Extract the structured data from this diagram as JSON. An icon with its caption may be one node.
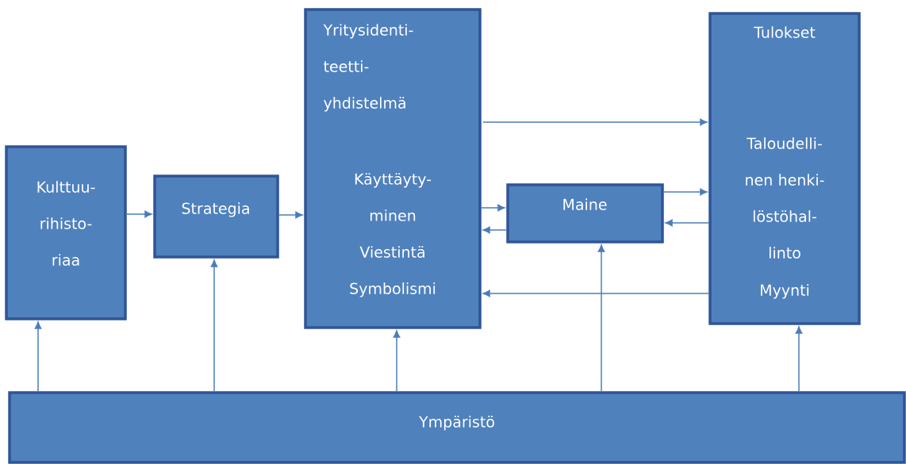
{
  "diagram": {
    "nodes": [
      {
        "text": [
          "Kulttuu- rihisto- riaa"
        ]
      },
      {
        "text": [
          "Strategia"
        ]
      },
      {
        "text": [
          "Yritysidenti- teetti- yhdistelmä",
          "Käyttäyty- minen",
          "Viestintä",
          "Symbolismi"
        ]
      },
      {
        "text": [
          "Maine"
        ]
      },
      {
        "text": [
          "Tulokset",
          "Taloudelli- nen henki- löstöhal- linto",
          "Myynti"
        ]
      },
      {
        "text": [
          "Ympäristö"
        ]
      }
    ],
    "edges": [
      {
        "from": 0,
        "to": 1,
        "arrow": "to"
      },
      {
        "from": 1,
        "to": 2,
        "arrow": "to"
      },
      {
        "from": 2,
        "to": 4,
        "arrow": "to"
      },
      {
        "from": 2,
        "to": 3,
        "arrow": "to"
      },
      {
        "from": 3,
        "to": 2,
        "arrow": "to"
      },
      {
        "from": 3,
        "to": 4,
        "arrow": "to"
      },
      {
        "from": 4,
        "to": 3,
        "arrow": "to"
      },
      {
        "from": 4,
        "to": 2,
        "arrow": "to"
      },
      {
        "from": 5,
        "to": 0,
        "arrow": "to"
      },
      {
        "from": 5,
        "to": 1,
        "arrow": "to"
      },
      {
        "from": 5,
        "to": 2,
        "arrow": "to"
      },
      {
        "from": 5,
        "to": 3,
        "arrow": "to"
      },
      {
        "from": 5,
        "to": 4,
        "arrow": "to"
      }
    ]
  }
}
